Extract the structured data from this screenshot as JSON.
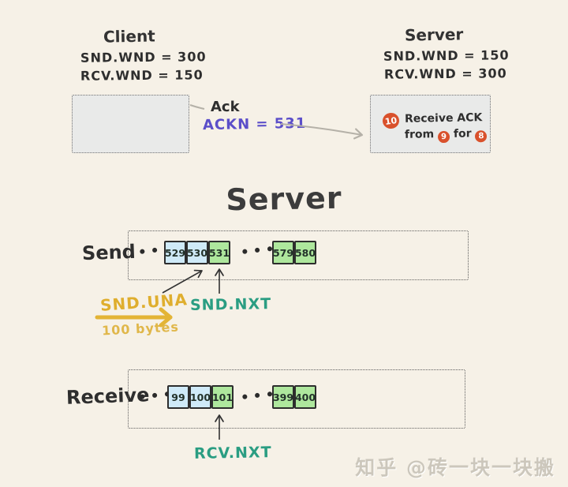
{
  "palette": {
    "background": "#f6f1e7",
    "ink": "#2f2f2f",
    "accent_purple": "#5b4ec9",
    "accent_orange": "#d9512c",
    "accent_yellow": "#dfae2e",
    "accent_teal": "#2a9d82",
    "cell_blue": "#cfeaf8",
    "cell_green": "#aee79d",
    "box_fill": "#e9eae9",
    "arrow_gray": "#b5b1a8",
    "watermark_gray": "#ccc7bc"
  },
  "client_panel": {
    "title": "Client",
    "snd_wnd": "SND.WND = 300",
    "rcv_wnd": "RCV.WND = 150"
  },
  "server_panel": {
    "title": "Server",
    "snd_wnd": "SND.WND = 150",
    "rcv_wnd": "RCV.WND = 300"
  },
  "ack_message": {
    "label": "Ack",
    "detail": "ACKN = 531"
  },
  "server_note": {
    "step": "10",
    "line1": "Receive ACK",
    "from_word": "from",
    "from_step": "9",
    "for_word": "for",
    "for_step": "8"
  },
  "section_title": "Server",
  "send_row": {
    "label": "Send",
    "dots_left": "•••",
    "dots_mid": "•••",
    "cells": [
      {
        "v": "529"
      },
      {
        "v": "530"
      },
      {
        "v": "531"
      },
      {
        "v": "579"
      },
      {
        "v": "580"
      }
    ]
  },
  "receive_row": {
    "label": "Receive",
    "dots_left": "•••",
    "dots_mid": "•••",
    "cells": [
      {
        "v": "99"
      },
      {
        "v": "100"
      },
      {
        "v": "101"
      },
      {
        "v": "399"
      },
      {
        "v": "400"
      }
    ]
  },
  "pointers": {
    "snd_una": "SND.UNA",
    "snd_una_note": "100 bytes",
    "snd_nxt": "SND.NXT",
    "rcv_nxt": "RCV.NXT"
  },
  "watermark": "知乎 @砖一块一块搬"
}
